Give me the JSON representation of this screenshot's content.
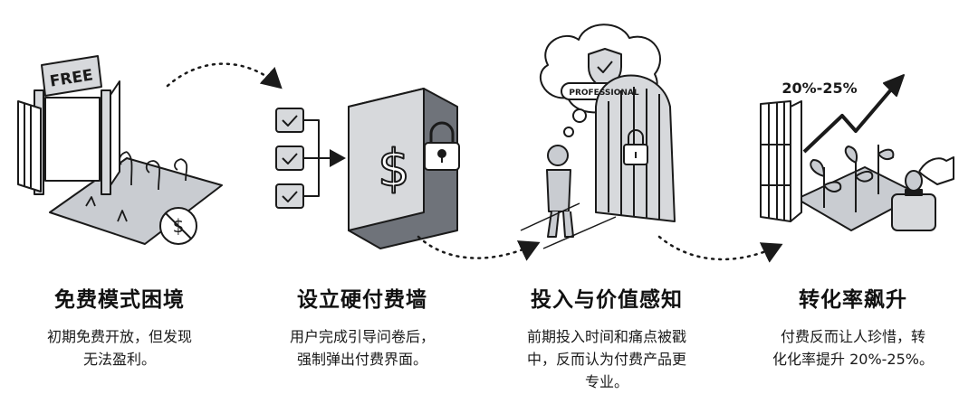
{
  "steps": [
    {
      "title": "免费模式困境",
      "desc_line1": "初期免费开放，但发现",
      "desc_line2": "无法盈利。",
      "desc_line3": ""
    },
    {
      "title": "设立硬付费墙",
      "desc_line1": "用户完成引导问卷后，",
      "desc_line2": "强制弹出付费界面。",
      "desc_line3": ""
    },
    {
      "title": "投入与价值感知",
      "desc_line1": "前期投入时间和痛点被戳",
      "desc_line2": "中，反而认为付费产品更",
      "desc_line3": "专业。"
    },
    {
      "title": "转化率飙升",
      "desc_line1": "付费反而让人珍惜，转",
      "desc_line2": "化化率提升 20%-25%。",
      "desc_line3": ""
    }
  ],
  "illustrations": {
    "free_sign": "FREE",
    "professional_badge": "PROFESSIONAL",
    "growth_label": "20%-25%"
  },
  "icons": {
    "gate": "gate-icon",
    "wilted_plants": "wilted-plant-icon",
    "no_money": "no-dollar-icon",
    "checklist": "checkbox-icon",
    "paywall": "dollar-lock-wall-icon",
    "person": "person-icon",
    "thought": "shield-check-icon",
    "door": "locked-door-icon",
    "arrow": "growth-arrow-icon",
    "plants": "healthy-plant-icon",
    "coin": "coin-slot-icon"
  },
  "colors": {
    "ink": "#1a1a1a",
    "fill_gray": "#c9ccd1",
    "panel_gray": "#d7d9dc",
    "shadow": "#6f737a"
  }
}
